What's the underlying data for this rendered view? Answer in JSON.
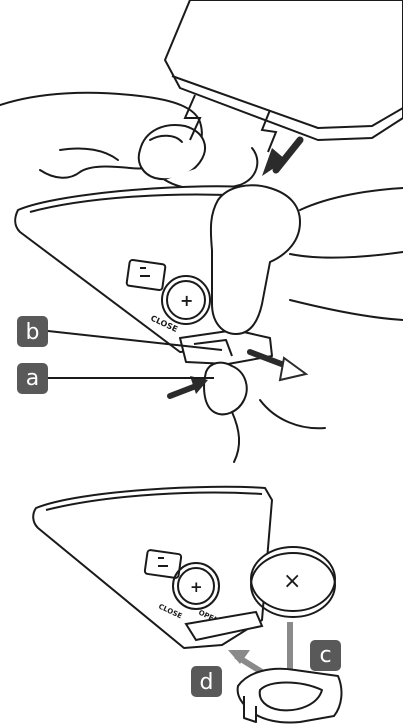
{
  "labels": {
    "a": "a",
    "b": "b",
    "c": "c",
    "d": "d"
  },
  "markings": {
    "battery_plus": "+",
    "battery_cross": "×",
    "close_text": "CLOSE",
    "open_text": "OPEN"
  },
  "colors": {
    "line": "#1a1a1a",
    "label_bg": "#595959",
    "label_text": "#ffffff",
    "arrow_gray": "#8a8a8a",
    "arrow_dark": "#2b2b2b"
  }
}
